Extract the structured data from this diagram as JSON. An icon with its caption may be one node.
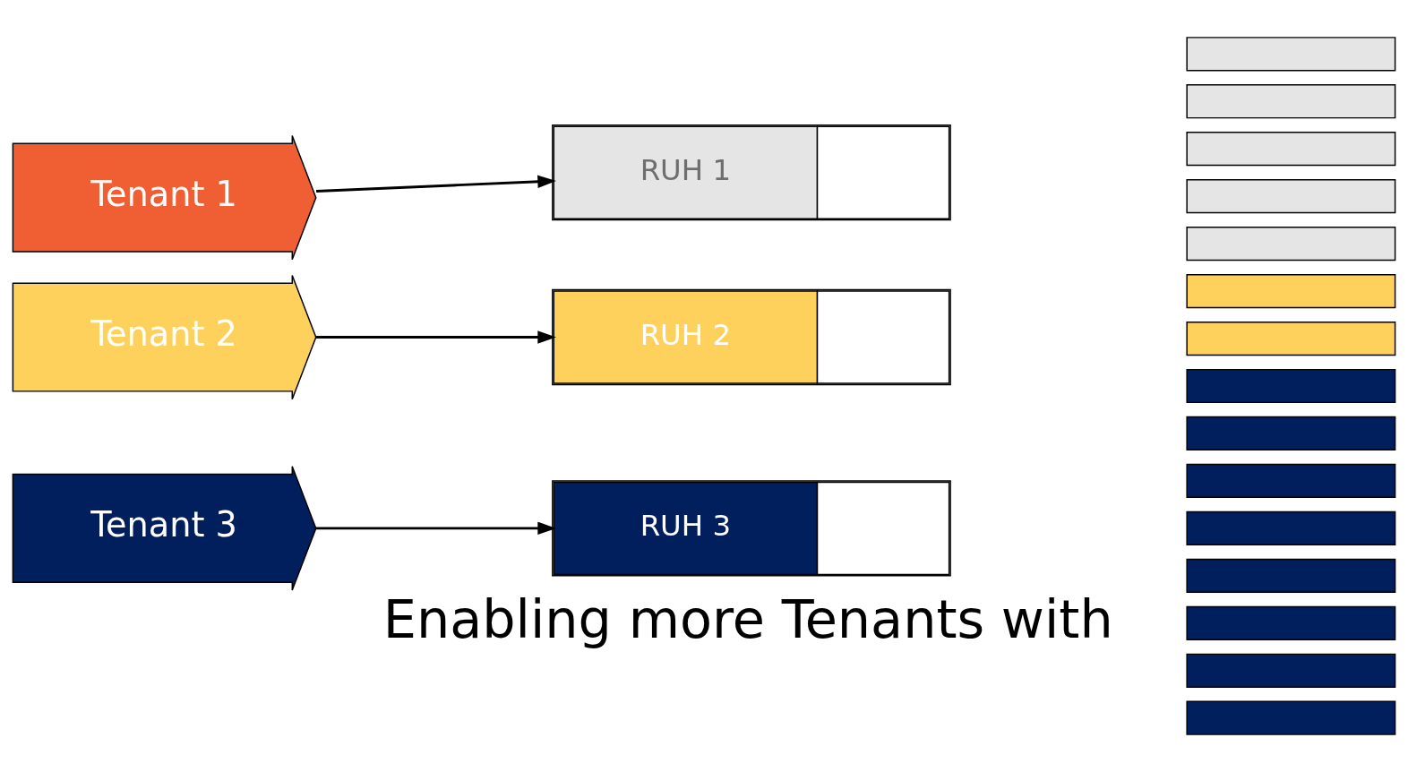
{
  "diagram": {
    "nodes": [
      {
        "text": [
          "Tenant 1"
        ]
      },
      {
        "text": [
          "RUH 1"
        ]
      },
      {
        "text": [],
        "shape": "box"
      },
      {
        "text": [],
        "shape": "box"
      },
      {
        "text": [],
        "shape": "box"
      },
      {
        "text": [],
        "shape": "box"
      },
      {
        "text": [],
        "shape": "box"
      },
      {
        "text": [
          "Tenant 2"
        ]
      },
      {
        "text": [
          "RUH 2"
        ]
      },
      {
        "text": [],
        "shape": "box"
      },
      {
        "text": [],
        "shape": "box"
      },
      {
        "text": [
          "Tenant 3"
        ]
      },
      {
        "text": [
          "RUH 3"
        ]
      },
      {
        "text": [],
        "shape": "box"
      },
      {
        "text": [],
        "shape": "box"
      },
      {
        "text": [],
        "shape": "box"
      },
      {
        "text": [],
        "shape": "box"
      },
      {
        "text": [],
        "shape": "box"
      },
      {
        "text": [],
        "shape": "box"
      },
      {
        "text": [],
        "shape": "box"
      },
      {
        "text": [],
        "shape": "box"
      }
    ],
    "edges": [
      {
        "from": 0,
        "to": 1,
        "arrow": "to"
      },
      {
        "from": 7,
        "to": 8,
        "arrow": "to"
      },
      {
        "from": 11,
        "to": 12,
        "arrow": "to"
      }
    ],
    "labels": [
      "Enabling more Tenants with"
    ]
  }
}
